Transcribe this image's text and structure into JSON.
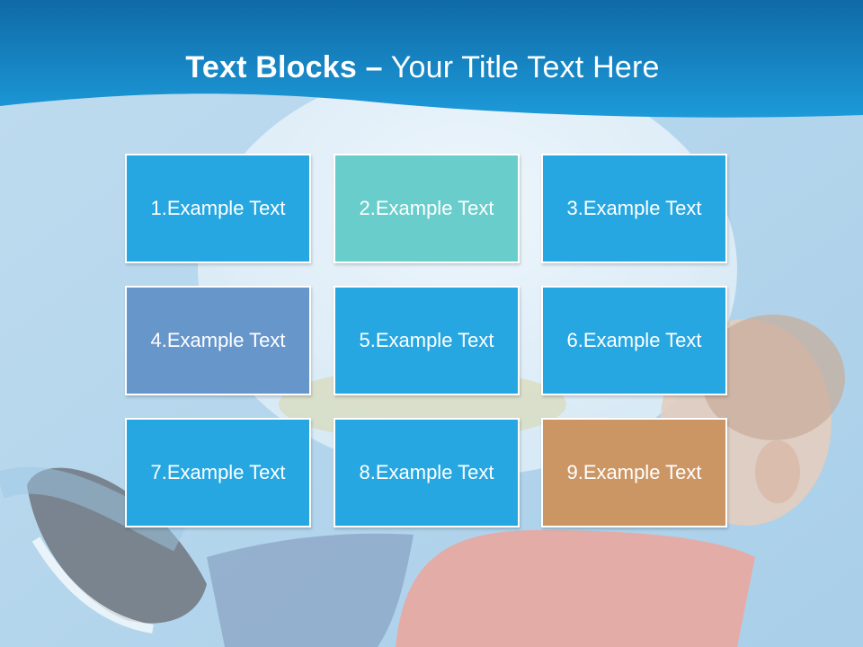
{
  "title": {
    "bold_part": "Text Blocks",
    "separator": "–",
    "rest": "Your Title Text Here"
  },
  "blocks": [
    {
      "label": "1.Example Text",
      "color": "#27a7e1"
    },
    {
      "label": "2.Example Text",
      "color": "#68cdcb"
    },
    {
      "label": "3.Example Text",
      "color": "#27a7e1"
    },
    {
      "label": "4.Example Text",
      "color": "#6796cb"
    },
    {
      "label": "5.Example Text",
      "color": "#27a7e1"
    },
    {
      "label": "6.Example Text",
      "color": "#27a7e1"
    },
    {
      "label": "7.Example Text",
      "color": "#27a7e1"
    },
    {
      "label": "8.Example Text",
      "color": "#27a7e1"
    },
    {
      "label": "9.Example Text",
      "color": "#cc9664"
    }
  ],
  "colors": {
    "header_blue": "#1a8ed0",
    "header_dark": "#0f6aa6",
    "background_light": "#c9e1f1"
  }
}
